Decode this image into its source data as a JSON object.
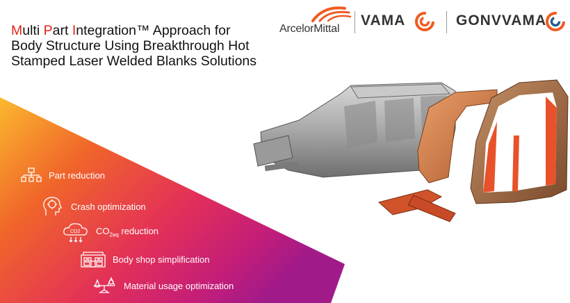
{
  "title": {
    "m": "M",
    "ulti": "ulti ",
    "p": "P",
    "art": "art ",
    "i": "I",
    "rest": "ntegration™ Approach for Body Structure Using Breakthrough Hot Stamped Laser Welded Blanks Solutions"
  },
  "logos": {
    "arcelormittal": "ArcelorMittal",
    "vama": "VAMA",
    "gonvvama": "GONVVAMA"
  },
  "benefits": [
    {
      "label": "Part reduction",
      "icon": "org-chart-icon"
    },
    {
      "label": "Crash optimization",
      "icon": "head-gear-icon"
    },
    {
      "label_main": "CO",
      "label_sub": "2eq",
      "label_tail": " reduction",
      "icon": "co2-cloud-icon"
    },
    {
      "label": "Body shop simplification",
      "icon": "factory-icon"
    },
    {
      "label": "Material usage optimization",
      "icon": "balance-scale-icon"
    }
  ],
  "co2_icon_text": "CO2",
  "colors": {
    "accent_red": "#e2231a",
    "gradient_yellow": "#f9b233",
    "gradient_orange": "#ee5a2a",
    "gradient_magenta": "#c2187a",
    "gradient_purple": "#9b1a8c",
    "logo_orange": "#f05a22"
  }
}
